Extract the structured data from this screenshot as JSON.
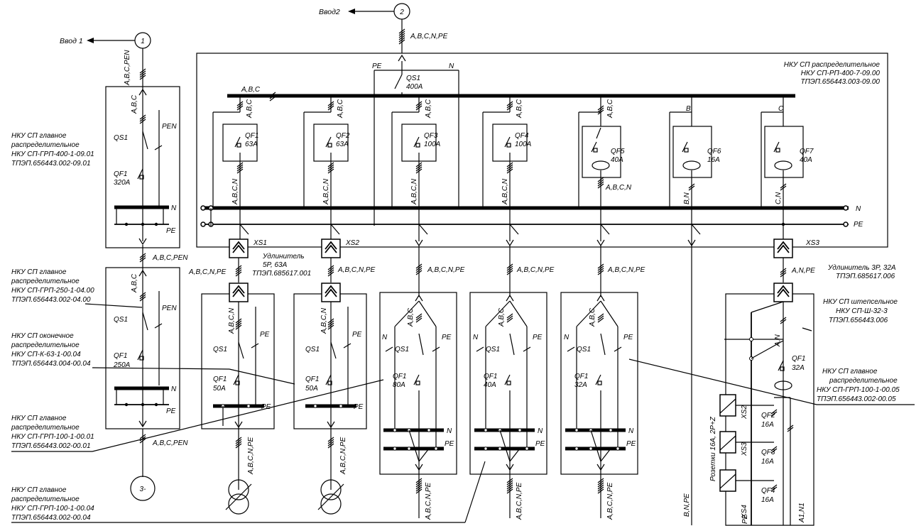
{
  "inputs": {
    "input1_label": "Ввод 1",
    "input1_number": "1",
    "input2_label": "Ввод2",
    "input2_number": "2",
    "input3_number": "3-"
  },
  "wire_labels": {
    "abcpen": "A,B,C,PEN",
    "abc": "A,B,C",
    "abcn": "A,B,C,N",
    "abcnpe": "A,B,C,N,PE",
    "b": "B",
    "c": "C",
    "bn": "B,N",
    "cn": "C,N",
    "bnpe": "B,N,PE",
    "anpe": "A,N,PE",
    "an": "A,N",
    "a1n1": "A1,N1",
    "pe": "PE",
    "pen": "PEN",
    "n": "N"
  },
  "rp_panel": {
    "title_line1": "НКУ СП распределительное",
    "title_line2": "НКУ СП-РП-400-7-09.00",
    "title_line3": "ТПЭП.656443.003-09.00",
    "qs1_label": "QS1",
    "qs1_rating": "400A",
    "feeders": [
      {
        "name": "QF1",
        "rating": "63A"
      },
      {
        "name": "QF2",
        "rating": "63A"
      },
      {
        "name": "QF3",
        "rating": "100A"
      },
      {
        "name": "QF4",
        "rating": "100A"
      },
      {
        "name": "QF5",
        "rating": "40A"
      },
      {
        "name": "QF6",
        "rating": "16A"
      },
      {
        "name": "QF7",
        "rating": "40A"
      }
    ],
    "xs1": "XS1",
    "xs2": "XS2",
    "xs3": "XS3"
  },
  "grp400": {
    "line1": "НКУ СП главное",
    "line2": "распределительное",
    "line3": "НКУ СП-ГРП-400-1-09.01",
    "line4": "ТПЭП.656443.002-09.01",
    "qs": "QS1",
    "qf": "QF1",
    "qf_rating": "320A"
  },
  "grp250": {
    "line1": "НКУ СП главное",
    "line2": "распределительное",
    "line3": "НКУ СП-ГРП-250-1-04.00",
    "line4": "ТПЭП.656443.002-04.00",
    "qs": "QS1",
    "qf": "QF1",
    "qf_rating": "250A"
  },
  "k63": {
    "line1": "НКУ СП оконечное",
    "line2": "распределительное",
    "line3": "НКУ СП-К-63-1-00.04",
    "line4": "ТПЭП.656443.004-00.04"
  },
  "grp100_01": {
    "line1": "НКУ СП главное",
    "line2": "распределительное",
    "line3": "НКУ СП-ГРП-100-1-00.01",
    "line4": "ТПЭП.656443.002-00.01"
  },
  "grp100_04": {
    "line1": "НКУ СП главное",
    "line2": "распределительное",
    "line3": "НКУ СП-ГРП-100-1-00.04",
    "line4": "ТПЭП.656443.002-00.04"
  },
  "grp100_05": {
    "line1": "НКУ СП главное",
    "line2": "распределительное",
    "line3": "НКУ СП-ГРП-100-1-00.05",
    "line4": "ТПЭП.656443.002-00.05"
  },
  "ext5p": {
    "line1": "Удлинитель",
    "line2": "5P, 63A",
    "line3": "ТПЭП.685617.001"
  },
  "ext3p": {
    "line1": "Удлинитель 3P, 32A",
    "line2": "ТПЭП.685617.006"
  },
  "sh32": {
    "line1": "НКУ СП штепсельное",
    "line2": "НКУ СП-Ш-32-3",
    "line3": "ТПЭП.656443.006",
    "sockets": "Розетки 16A, 2P+Z",
    "qf1": "QF1",
    "qf1_rating": "32A",
    "xs2": "XS2",
    "qf2": "QF2",
    "qf2_rating": "16A",
    "xs3": "XS3",
    "qf3": "QF3",
    "qf3_rating": "16A",
    "xs4": "XS4",
    "qf4": "QF4",
    "qf4_rating": "16A"
  },
  "lower_boxes": [
    {
      "qs": "QS1",
      "qf": "QF1",
      "rating": "50A"
    },
    {
      "qs": "QS1",
      "qf": "QF1",
      "rating": "50A"
    },
    {
      "qs": "QS1",
      "qf": "QF1",
      "rating": "80A"
    },
    {
      "qs": "QS1",
      "qf": "QF1",
      "rating": "40A"
    },
    {
      "qs": "QS1",
      "qf": "QF1",
      "rating": "32A"
    }
  ]
}
